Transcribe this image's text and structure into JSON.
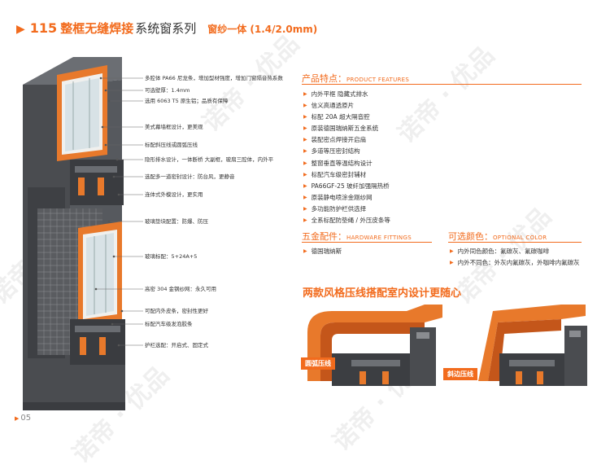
{
  "header": {
    "arrow": "▶",
    "number": "115",
    "title_highlight": "整框无缝焊接",
    "title_rest": "系统窗系列",
    "subtitle": "窗纱一体 (1.4/2.0mm)"
  },
  "callouts": [
    "多腔体 PA66 尼龙条，增加型材强度，增加门窗隔音热系数",
    "可选壁厚：1.4mm",
    "选用 6063 T5 原生铝；品质有保障",
    "美式幕墙框设计，更美观",
    "标配斜压线或圆弧压线",
    "隐形排水设计，一体断桥 大副框，玻扇三腔体，内外平",
    "选配多一道密封设计：防台风，更静音",
    "连体式外模设计，更实用",
    "玻璃垫块配置：防爆、防压",
    "玻璃标配：5+24A+5",
    "高密 304 金钢纱网：永久可用",
    "可配内外皮条，密封性更好",
    "标配汽车级发泡胶条",
    "护栏选配：开启式、固定式"
  ],
  "features": {
    "title_cn": "产品特点：",
    "title_en": "PRODUCT FEATURES",
    "items": [
      "内外平框 隐藏式排水",
      "信义高通透原片",
      "标配 20A 超大隔音腔",
      "原装德国瑞纳斯五金系统",
      "装配密点焊接开启扇",
      "多道等压密封结构",
      "整窗垂直等温结构设计",
      "标配汽车级密封辅材",
      "PA66GF-25 玻纤加强隔热桥",
      "原装静电喷涂金刚纱网",
      "多功能防护栏供选择",
      "全系标配防垫绳 / 外压皮条等"
    ]
  },
  "hardware": {
    "title_cn": "五金配件：",
    "title_en": "HARDWARE FITTINGS",
    "items": [
      "德国瑞纳斯"
    ]
  },
  "colors": {
    "title_cn": "可选颜色：",
    "title_en": "OPTIONAL COLOR",
    "items": [
      "内外同色颜色：氟碳灰、氟碳咖啡",
      "内外不同色：外灰内氟碳灰，外咖啡内氟碳灰"
    ]
  },
  "bottom": {
    "title": "两款风格压线搭配室内设计更随心",
    "tag_left": "圆弧压线",
    "tag_right": "斜边压线"
  },
  "watermark": "诺帝 · 优品",
  "page_number": "05",
  "page_arrow": "▶",
  "accent_color": "#f26b1d",
  "profile_color": "#4a4c50"
}
